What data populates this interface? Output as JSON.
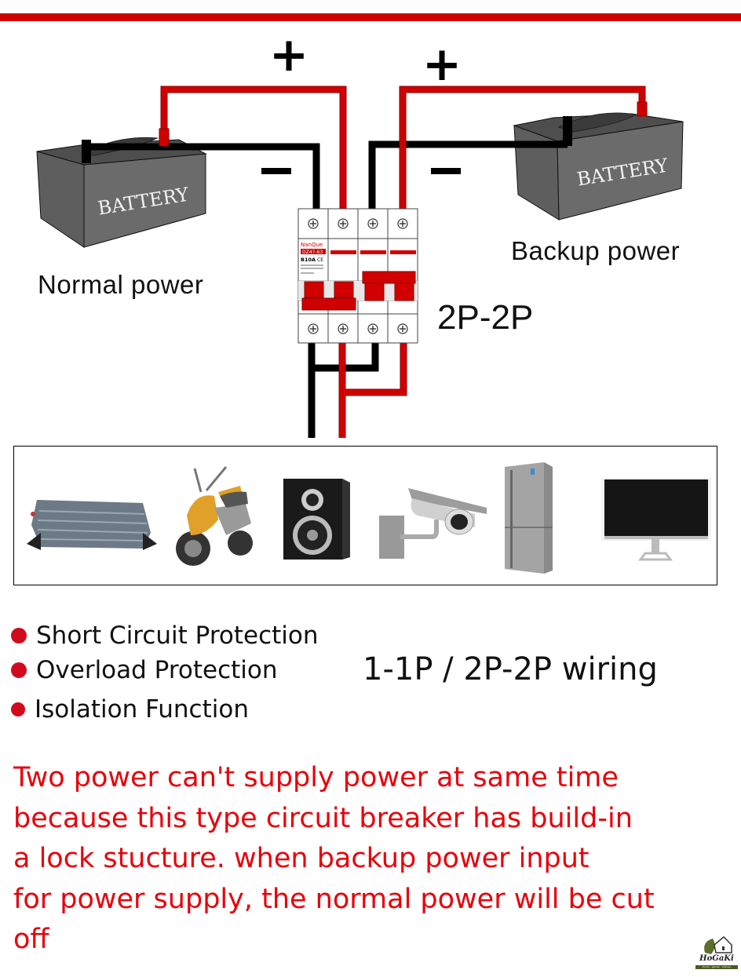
{
  "diagram": {
    "polarity": {
      "left_plus": "+",
      "left_minus": "−",
      "right_plus": "+",
      "right_minus": "−"
    },
    "batteries": [
      {
        "label": "BATTERY",
        "role": "Normal power"
      },
      {
        "label": "BATTERY",
        "role": "Backup power"
      }
    ],
    "labels": {
      "normal_power": "Normal power",
      "backup_power": "Backup power",
      "model": "2P-2P"
    },
    "breaker": {
      "brand": "NanQue",
      "model": "DZ47-63",
      "rating": "B10A",
      "cert": "CE",
      "poles": 4
    },
    "colors": {
      "positive_wire": "#d10000",
      "negative_wire": "#000000",
      "battery_body": "#6b6b6b",
      "accent": "#d10000"
    }
  },
  "appliances": [
    {
      "name": "Power inverter"
    },
    {
      "name": "Electric scooter"
    },
    {
      "name": "Speaker"
    },
    {
      "name": "Security camera"
    },
    {
      "name": "Refrigerator"
    },
    {
      "name": "Monitor"
    }
  ],
  "features": [
    {
      "label": "Short Circuit Protection"
    },
    {
      "label": "Overload Protection"
    },
    {
      "label": "Isolation Function"
    }
  ],
  "wiring_label": "1-1P / 2P-2P wiring",
  "notice": {
    "lines": [
      "Two power can't supply power at same time",
      "because this type circuit breaker has build-in",
      "a lock stucture. when backup power input",
      "for power supply, the normal power will be cut",
      "off"
    ]
  },
  "logo": {
    "brand": "HoGaKi",
    "tagline": "Home · garden · kitchen"
  }
}
